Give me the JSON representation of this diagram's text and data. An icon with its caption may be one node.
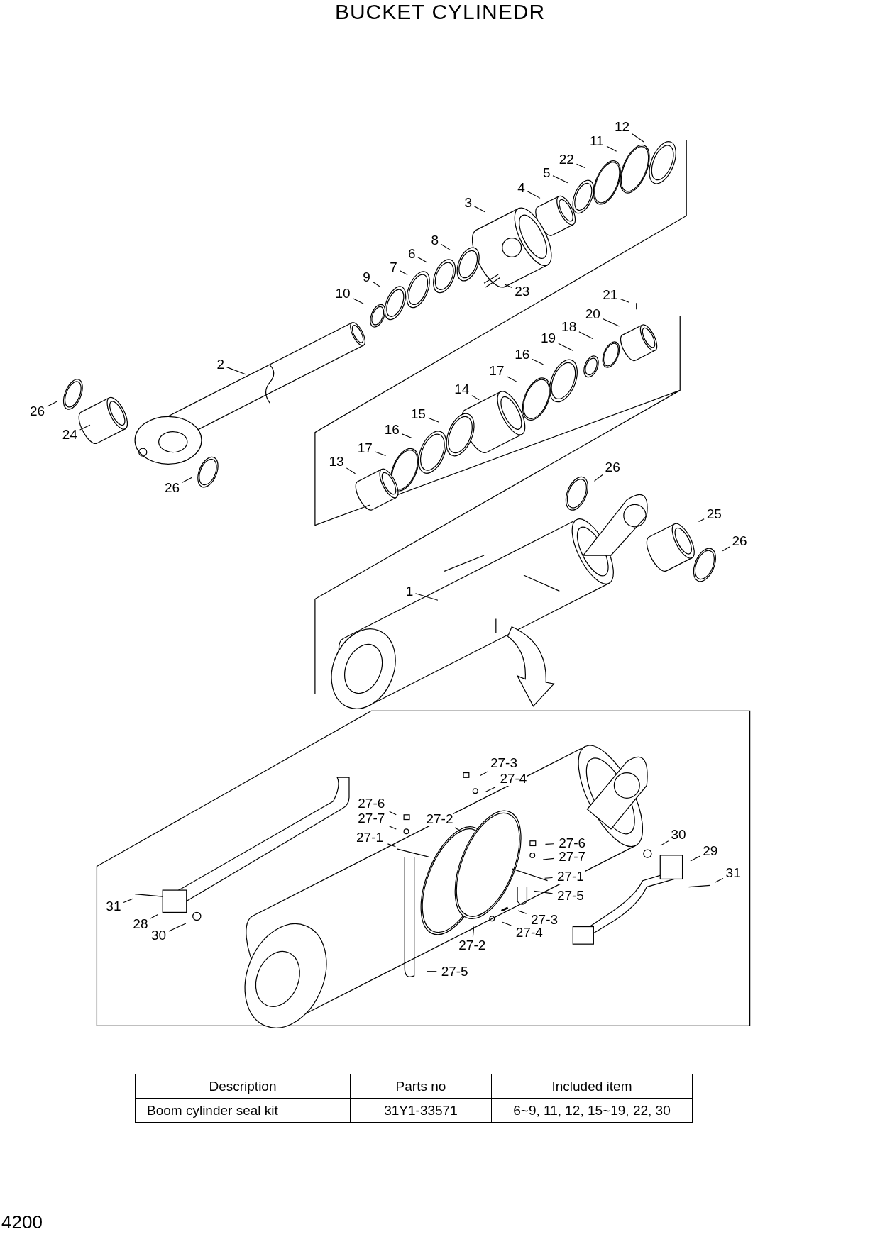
{
  "diagram": {
    "title": "BUCKET CYLINEDR",
    "nodes": [
      {
        "text": [
          "12"
        ]
      },
      {
        "text": [
          "11"
        ]
      },
      {
        "text": [
          "22"
        ]
      },
      {
        "text": [
          "5"
        ]
      },
      {
        "text": [
          "4"
        ]
      },
      {
        "text": [
          "3"
        ]
      },
      {
        "text": [
          "8"
        ]
      },
      {
        "text": [
          "6"
        ]
      },
      {
        "text": [
          "7"
        ]
      },
      {
        "text": [
          "9"
        ]
      },
      {
        "text": [
          "10"
        ]
      },
      {
        "text": [
          "23"
        ]
      },
      {
        "text": [
          "2"
        ]
      },
      {
        "text": [
          "26"
        ]
      },
      {
        "text": [
          "24"
        ]
      },
      {
        "text": [
          "26"
        ]
      },
      {
        "text": [
          "21"
        ]
      },
      {
        "text": [
          "20"
        ]
      },
      {
        "text": [
          "18"
        ]
      },
      {
        "text": [
          "19"
        ]
      },
      {
        "text": [
          "16"
        ]
      },
      {
        "text": [
          "17"
        ]
      },
      {
        "text": [
          "14"
        ]
      },
      {
        "text": [
          "15"
        ]
      },
      {
        "text": [
          "16"
        ]
      },
      {
        "text": [
          "17"
        ]
      },
      {
        "text": [
          "13"
        ]
      },
      {
        "text": [
          "26"
        ]
      },
      {
        "text": [
          "25"
        ]
      },
      {
        "text": [
          "26"
        ]
      },
      {
        "text": [
          "1"
        ]
      },
      {
        "text": [
          "27-3"
        ]
      },
      {
        "text": [
          "27-4"
        ]
      },
      {
        "text": [
          "27-6"
        ]
      },
      {
        "text": [
          "27-7"
        ]
      },
      {
        "text": [
          "27-2"
        ]
      },
      {
        "text": [
          "27-1"
        ]
      },
      {
        "text": [
          "30"
        ]
      },
      {
        "text": [
          "29"
        ]
      },
      {
        "text": [
          "27-6"
        ]
      },
      {
        "text": [
          "27-7"
        ]
      },
      {
        "text": [
          "27-1"
        ]
      },
      {
        "text": [
          "31"
        ]
      },
      {
        "text": [
          "27-5"
        ]
      },
      {
        "text": [
          "31"
        ]
      },
      {
        "text": [
          "27-3"
        ]
      },
      {
        "text": [
          "28"
        ]
      },
      {
        "text": [
          "27-4"
        ]
      },
      {
        "text": [
          "30"
        ]
      },
      {
        "text": [
          "27-2"
        ]
      },
      {
        "text": [
          "27-5"
        ]
      }
    ],
    "edges": [
      {
        "from": 0,
        "to": null,
        "arrow": "none"
      },
      {
        "from": 1,
        "to": null,
        "arrow": "none"
      },
      {
        "from": 2,
        "to": null,
        "arrow": "none"
      },
      {
        "from": 3,
        "to": null,
        "arrow": "none"
      },
      {
        "from": 4,
        "to": null,
        "arrow": "none"
      },
      {
        "from": 5,
        "to": null,
        "arrow": "none"
      },
      {
        "from": 6,
        "to": null,
        "arrow": "none"
      },
      {
        "from": 7,
        "to": null,
        "arrow": "none"
      },
      {
        "from": 8,
        "to": null,
        "arrow": "none"
      },
      {
        "from": 9,
        "to": null,
        "arrow": "none"
      },
      {
        "from": 10,
        "to": null,
        "arrow": "none"
      },
      {
        "from": 11,
        "to": null,
        "arrow": "none"
      },
      {
        "from": 12,
        "to": null,
        "arrow": "none"
      },
      {
        "from": 13,
        "to": null,
        "arrow": "none"
      },
      {
        "from": 14,
        "to": null,
        "arrow": "none"
      },
      {
        "from": 15,
        "to": null,
        "arrow": "none"
      },
      {
        "from": 16,
        "to": null,
        "arrow": "none"
      },
      {
        "from": 17,
        "to": null,
        "arrow": "none"
      },
      {
        "from": 18,
        "to": null,
        "arrow": "none"
      },
      {
        "from": 19,
        "to": null,
        "arrow": "none"
      },
      {
        "from": 20,
        "to": null,
        "arrow": "none"
      },
      {
        "from": 21,
        "to": null,
        "arrow": "none"
      },
      {
        "from": 22,
        "to": null,
        "arrow": "none"
      },
      {
        "from": 23,
        "to": null,
        "arrow": "none"
      },
      {
        "from": 24,
        "to": null,
        "arrow": "none"
      },
      {
        "from": 25,
        "to": null,
        "arrow": "none"
      },
      {
        "from": 26,
        "to": null,
        "arrow": "none"
      },
      {
        "from": 27,
        "to": null,
        "arrow": "none"
      },
      {
        "from": 28,
        "to": null,
        "arrow": "none"
      },
      {
        "from": 29,
        "to": null,
        "arrow": "none"
      },
      {
        "from": 30,
        "to": null,
        "arrow": "none"
      },
      {
        "from": 31,
        "to": null,
        "arrow": "none"
      },
      {
        "from": 32,
        "to": null,
        "arrow": "none"
      },
      {
        "from": 33,
        "to": null,
        "arrow": "none"
      },
      {
        "from": 34,
        "to": null,
        "arrow": "none"
      },
      {
        "from": 35,
        "to": null,
        "arrow": "none"
      },
      {
        "from": 36,
        "to": null,
        "arrow": "none"
      },
      {
        "from": 37,
        "to": null,
        "arrow": "none"
      },
      {
        "from": 38,
        "to": null,
        "arrow": "none"
      },
      {
        "from": 39,
        "to": null,
        "arrow": "none"
      },
      {
        "from": 40,
        "to": null,
        "arrow": "none"
      },
      {
        "from": 41,
        "to": null,
        "arrow": "none"
      },
      {
        "from": 42,
        "to": null,
        "arrow": "none"
      },
      {
        "from": 43,
        "to": null,
        "arrow": "none"
      },
      {
        "from": 44,
        "to": null,
        "arrow": "none"
      },
      {
        "from": 45,
        "to": null,
        "arrow": "none"
      },
      {
        "from": 46,
        "to": null,
        "arrow": "none"
      },
      {
        "from": 47,
        "to": null,
        "arrow": "none"
      },
      {
        "from": 48,
        "to": null,
        "arrow": "none"
      },
      {
        "from": 49,
        "to": null,
        "arrow": "none"
      },
      {
        "from": 50,
        "to": null,
        "arrow": "none"
      }
    ],
    "labels": [
      "Description",
      "Parts no",
      "Included item",
      "Boom cylinder seal kit",
      "31Y1-33571",
      "6~9, 11, 12, 15~19, 22, 30",
      "4200"
    ]
  }
}
